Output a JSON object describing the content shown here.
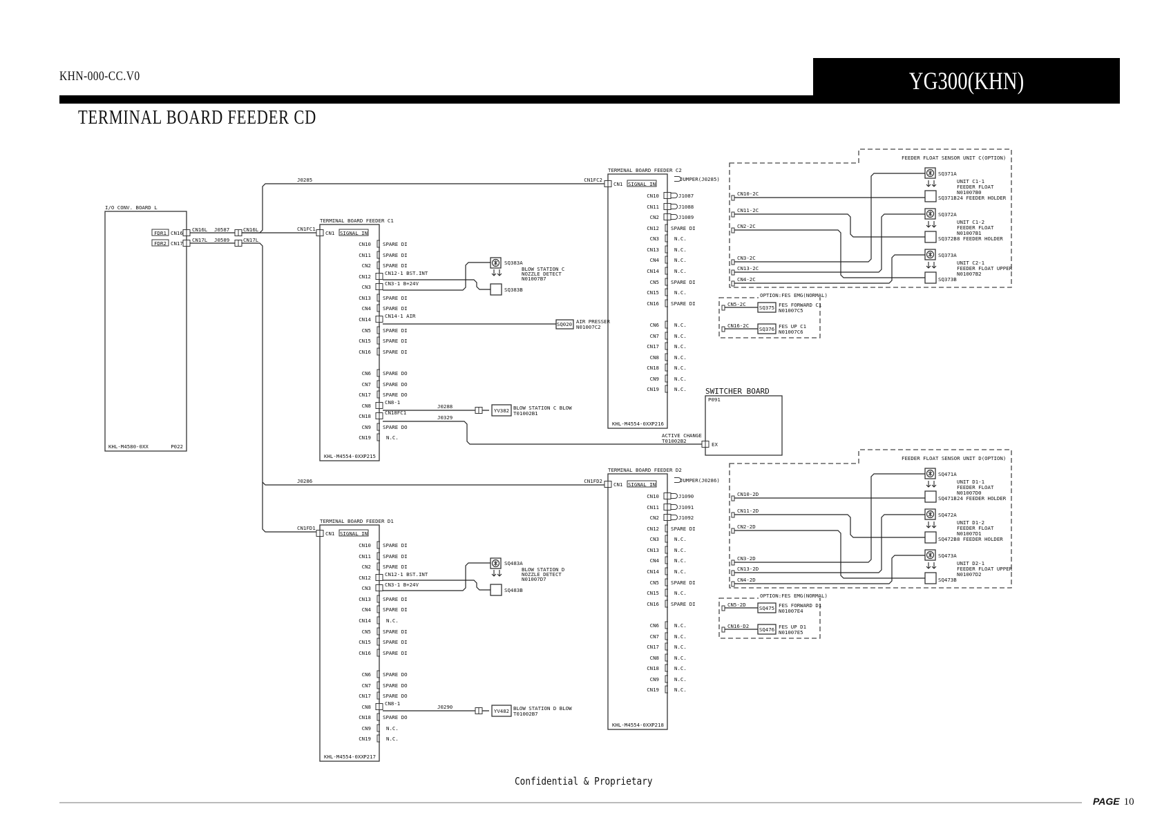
{
  "header": {
    "doc_code": "KHN-000-CC.V0",
    "model": "YG300(KHN)",
    "title": "TERMINAL BOARD FEEDER CD"
  },
  "footer": {
    "confidential": "Confidential & Proprietary",
    "page_label": "PAGE",
    "page_number": "10"
  },
  "io_board": {
    "title": "I/O CONV. BOARD L",
    "part": "KHL-M4580-0XX",
    "ref": "P022",
    "ports": [
      {
        "tag": "FDR1",
        "cn": "CN16",
        "cable_left": "CN16L",
        "jumper": "J0587",
        "cable_right": "CN16L"
      },
      {
        "tag": "FDR2",
        "cn": "CN17",
        "cable_left": "CN17L",
        "jumper": "J0589",
        "cable_right": "CN17L"
      }
    ]
  },
  "wires": {
    "upper_trunk": "J0285",
    "lower_trunk": "J0286",
    "to_c1": "CN1FC1",
    "to_c2": "CN1FC2",
    "to_d1": "CN1FD1",
    "to_d2": "CN1FD2"
  },
  "boards": {
    "c1": {
      "title": "TERMINAL BOARD FEEDER C1",
      "part": "KHL-M4554-0XX",
      "ref": "P215",
      "cn1": "CN1",
      "signal_in": "SIGNAL IN",
      "pins": [
        {
          "cn": "CN10",
          "label": "SPARE DI"
        },
        {
          "cn": "CN11",
          "label": "SPARE DI"
        },
        {
          "cn": "CN2",
          "label": "SPARE DI"
        },
        {
          "cn": "CN12",
          "label": "CN12-1  BST.INT",
          "wired": true
        },
        {
          "cn": "CN3",
          "label": "CN3-1  B+24V",
          "wired": true
        },
        {
          "cn": "CN13",
          "label": "SPARE DI"
        },
        {
          "cn": "CN4",
          "label": "SPARE DI"
        },
        {
          "cn": "CN14",
          "label": "CN14-1  AIR",
          "wired": true
        },
        {
          "cn": "CN5",
          "label": "SPARE DI"
        },
        {
          "cn": "CN15",
          "label": "SPARE DI"
        },
        {
          "cn": "CN16",
          "label": "SPARE DI"
        },
        {
          "cn": "CN6",
          "label": "SPARE DO"
        },
        {
          "cn": "CN7",
          "label": "SPARE DO"
        },
        {
          "cn": "CN17",
          "label": "SPARE DO"
        },
        {
          "cn": "CN8",
          "label": "CN8-1",
          "wired": true
        },
        {
          "cn": "CN18",
          "label": "CN18FC1",
          "wired": true
        },
        {
          "cn": "CN9",
          "label": "SPARE DO"
        },
        {
          "cn": "CN19",
          "label": "N.C."
        }
      ],
      "sensor_a": "SQ383A",
      "sensor_b": "SQ383B",
      "sensor_desc": [
        "BLOW STATION C",
        "NOZZLE DETECT",
        "N01007B7"
      ],
      "air_sensor": "SQ020",
      "air_desc": [
        "AIR PRESSER",
        "N01007C2"
      ],
      "valve_jumper": "J0288",
      "valve": "YV382",
      "valve_desc": [
        "BLOW STATION C BLOW",
        "T01002B1"
      ],
      "ex_jumper": "J0329",
      "ex_desc": [
        "ACTIVE CHANGE",
        "T01002B2"
      ]
    },
    "c2": {
      "title": "TERMINAL BOARD FEEDER C2",
      "part": "KHL-M4554-0XX",
      "ref": "P216",
      "cn1": "CN1",
      "signal_in": "SIGNAL IN",
      "jumper_top": "JUMPER(J0285)",
      "pins": [
        {
          "cn": "CN10",
          "label": "J1087",
          "plug": true
        },
        {
          "cn": "CN11",
          "label": "J1088",
          "plug": true
        },
        {
          "cn": "CN2",
          "label": "J1089",
          "plug": true
        },
        {
          "cn": "CN12",
          "label": "SPARE DI"
        },
        {
          "cn": "CN3",
          "label": "N.C."
        },
        {
          "cn": "CN13",
          "label": "N.C."
        },
        {
          "cn": "CN4",
          "label": "N.C."
        },
        {
          "cn": "CN14",
          "label": "N.C."
        },
        {
          "cn": "CN5",
          "label": "SPARE DI"
        },
        {
          "cn": "CN15",
          "label": "N.C."
        },
        {
          "cn": "CN16",
          "label": "SPARE DI"
        },
        {
          "cn": "CN6",
          "label": "N.C."
        },
        {
          "cn": "CN7",
          "label": "N.C."
        },
        {
          "cn": "CN17",
          "label": "N.C."
        },
        {
          "cn": "CN8",
          "label": "N.C."
        },
        {
          "cn": "CN18",
          "label": "N.C."
        },
        {
          "cn": "CN9",
          "label": "N.C."
        },
        {
          "cn": "CN19",
          "label": "N.C."
        }
      ]
    },
    "d1": {
      "title": "TERMINAL BOARD FEEDER D1",
      "part": "KHL-M4554-0XX",
      "ref": "P217",
      "cn1": "CN1",
      "signal_in": "SIGNAL IN",
      "pins": [
        {
          "cn": "CN10",
          "label": "SPARE DI"
        },
        {
          "cn": "CN11",
          "label": "SPARE DI"
        },
        {
          "cn": "CN2",
          "label": "SPARE DI"
        },
        {
          "cn": "CN12",
          "label": "CN12-1  BST.INT",
          "wired": true
        },
        {
          "cn": "CN3",
          "label": "CN3-1  B+24V",
          "wired": true
        },
        {
          "cn": "CN13",
          "label": "SPARE DI"
        },
        {
          "cn": "CN4",
          "label": "SPARE DI"
        },
        {
          "cn": "CN14",
          "label": "N.C."
        },
        {
          "cn": "CN5",
          "label": "SPARE DI"
        },
        {
          "cn": "CN15",
          "label": "SPARE DI"
        },
        {
          "cn": "CN16",
          "label": "SPARE DI"
        },
        {
          "cn": "CN6",
          "label": "SPARE DO"
        },
        {
          "cn": "CN7",
          "label": "SPARE DO"
        },
        {
          "cn": "CN17",
          "label": "SPARE DO"
        },
        {
          "cn": "CN8",
          "label": "CN8-1",
          "wired": true
        },
        {
          "cn": "CN18",
          "label": "SPARE DO"
        },
        {
          "cn": "CN9",
          "label": "N.C."
        },
        {
          "cn": "CN19",
          "label": "N.C."
        }
      ],
      "sensor_a": "SQ483A",
      "sensor_b": "SQ483B",
      "sensor_desc": [
        "BLOW STATION D",
        "NOZZLE DETECT",
        "N01007D7"
      ],
      "valve_jumper": "J0290",
      "valve": "YV482",
      "valve_desc": [
        "BLOW STATION D BLOW",
        "T01002B7"
      ]
    },
    "d2": {
      "title": "TERMINAL BOARD FEEDER D2",
      "part": "KHL-M4554-0XX",
      "ref": "P218",
      "cn1": "CN1",
      "signal_in": "SIGNAL IN",
      "jumper_top": "JUMPER(J0286)",
      "pins": [
        {
          "cn": "CN10",
          "label": "J1090",
          "plug": true
        },
        {
          "cn": "CN11",
          "label": "J1091",
          "plug": true
        },
        {
          "cn": "CN2",
          "label": "J1092",
          "plug": true
        },
        {
          "cn": "CN12",
          "label": "SPARE DI"
        },
        {
          "cn": "CN3",
          "label": "N.C."
        },
        {
          "cn": "CN13",
          "label": "N.C."
        },
        {
          "cn": "CN4",
          "label": "N.C."
        },
        {
          "cn": "CN14",
          "label": "N.C."
        },
        {
          "cn": "CN5",
          "label": "SPARE DI"
        },
        {
          "cn": "CN15",
          "label": "N.C."
        },
        {
          "cn": "CN16",
          "label": "SPARE DI"
        },
        {
          "cn": "CN6",
          "label": "N.C."
        },
        {
          "cn": "CN7",
          "label": "N.C."
        },
        {
          "cn": "CN17",
          "label": "N.C."
        },
        {
          "cn": "CN8",
          "label": "N.C."
        },
        {
          "cn": "CN18",
          "label": "N.C."
        },
        {
          "cn": "CN9",
          "label": "N.C."
        },
        {
          "cn": "CN19",
          "label": "N.C."
        }
      ]
    }
  },
  "switcher": {
    "title": "SWITCHER BOARD",
    "ref": "P091",
    "port": "EX"
  },
  "float_units": {
    "c": {
      "title": "FEEDER FLOAT SENSOR UNIT C(OPTION)",
      "connectors": [
        "CN10-2C",
        "CN11-2C",
        "CN2-2C",
        "CN3-2C",
        "CN13-2C",
        "CN4-2C"
      ],
      "sensors": [
        {
          "a": "SQ371A",
          "b": "SQ371B",
          "desc": [
            "UNIT C1-1",
            "FEEDER FLOAT",
            "N01007B0",
            "24 FEEDER HOLDER"
          ]
        },
        {
          "a": "SQ372A",
          "b": "SQ372B",
          "desc": [
            "UNIT C1-2",
            "FEEDER FLOAT",
            "N01007B1",
            "8 FEEDER HOLDER"
          ]
        },
        {
          "a": "SQ373A",
          "b": "SQ373B",
          "desc": [
            "UNIT C2-1",
            "FEEDER FLOAT UPPER",
            "N01007B2"
          ]
        }
      ]
    },
    "d": {
      "title": "FEEDER FLOAT SENSOR UNIT D(OPTION)",
      "connectors": [
        "CN10-2D",
        "CN11-2D",
        "CN2-2D",
        "CN3-2D",
        "CN13-2D",
        "CN4-2D"
      ],
      "sensors": [
        {
          "a": "SQ471A",
          "b": "SQ471B",
          "desc": [
            "UNIT D1-1",
            "FEEDER FLOAT",
            "N01007D0",
            "24 FEEDER HOLDER"
          ]
        },
        {
          "a": "SQ472A",
          "b": "SQ472B",
          "desc": [
            "UNIT D1-2",
            "FEEDER FLOAT",
            "N01007D1",
            "8 FEEDER HOLDER"
          ]
        },
        {
          "a": "SQ473A",
          "b": "SQ473B",
          "desc": [
            "UNIT D2-1",
            "FEEDER FLOAT UPPER",
            "N01007D2"
          ]
        }
      ]
    }
  },
  "fes_options": {
    "c": {
      "title": "OPTION:FES EMG(NORMAL)",
      "items": [
        {
          "cn": "CN5-2C",
          "sensor": "SQ375",
          "desc": [
            "FES FORWARD C1",
            "N01007C5"
          ]
        },
        {
          "cn": "CN16-2C",
          "sensor": "SQ376",
          "desc": [
            "FES UP C1",
            "N01007C6"
          ]
        }
      ]
    },
    "d": {
      "title": "OPTION:FES EMG(NORMAL)",
      "items": [
        {
          "cn": "CN5-2D",
          "sensor": "SQ475",
          "desc": [
            "FES FORWARD D1",
            "N01007E4"
          ]
        },
        {
          "cn": "CN16-D2",
          "sensor": "SQ476",
          "desc": [
            "FES UP D1",
            "N01007E5"
          ]
        }
      ]
    }
  }
}
